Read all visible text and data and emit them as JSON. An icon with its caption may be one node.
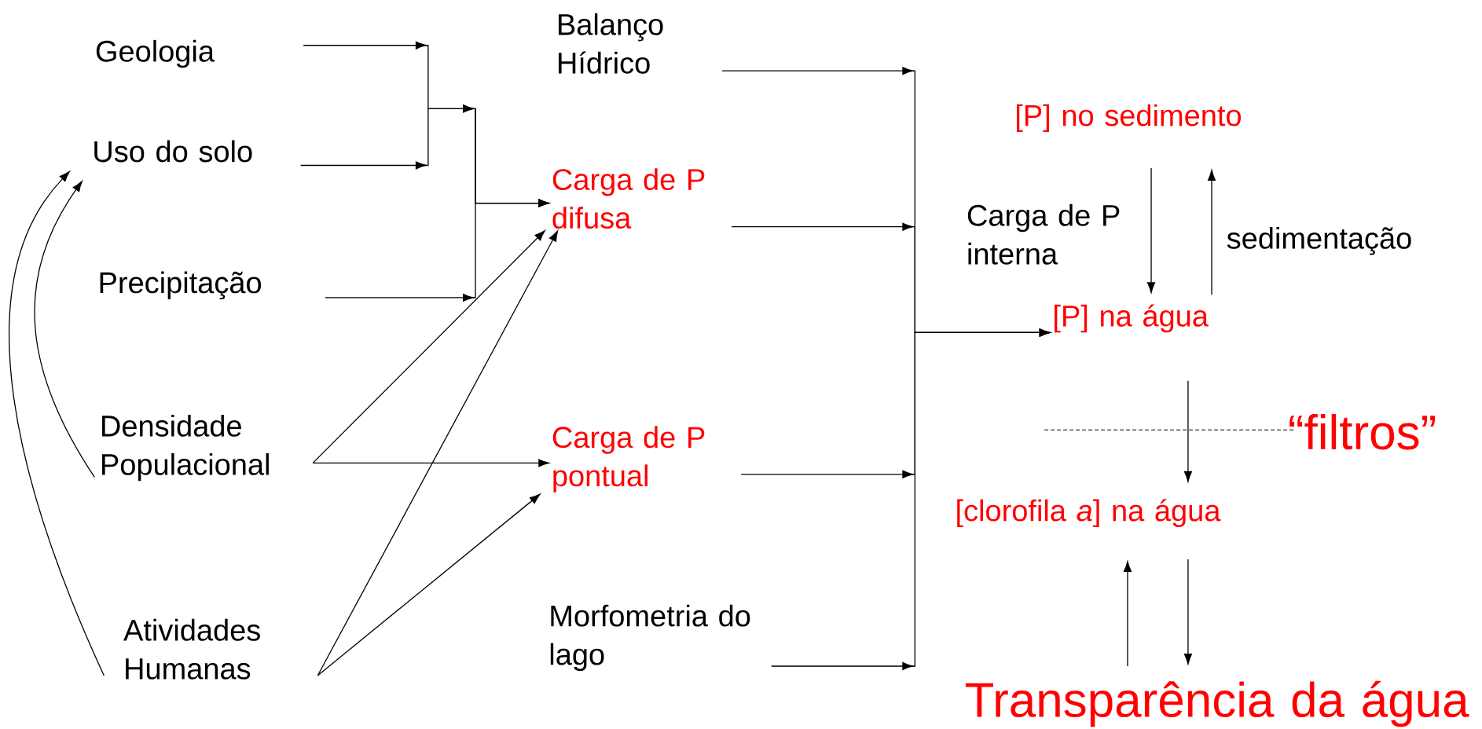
{
  "diagram": {
    "nodes": [
      {
        "text": [
          "Geologia"
        ]
      },
      {
        "text": [
          "Uso do solo"
        ]
      },
      {
        "text": [
          "Precipitação"
        ]
      },
      {
        "text": [
          "Densidade Populacional"
        ]
      },
      {
        "text": [
          "Atividades Humanas"
        ]
      },
      {
        "text": [
          "Balanço Hídrico"
        ]
      },
      {
        "text": [
          "Carga de P difusa"
        ]
      },
      {
        "text": [
          "Carga de P pontual"
        ]
      },
      {
        "text": [
          "Morfometria do lago"
        ]
      },
      {
        "text": [
          "[P] no sedimento"
        ]
      },
      {
        "text": [
          "[P] na água"
        ]
      },
      {
        "text": [
          "[clorofila *a*] na água"
        ]
      },
      {
        "text": [
          "Transparência da água"
        ]
      }
    ],
    "edges": [
      {
        "from": 0,
        "to": 6,
        "arrow": "to"
      },
      {
        "from": 1,
        "to": 6,
        "arrow": "to"
      },
      {
        "from": 2,
        "to": 6,
        "arrow": "to"
      },
      {
        "from": 3,
        "to": 6,
        "arrow": "to"
      },
      {
        "from": 3,
        "to": 7,
        "arrow": "to"
      },
      {
        "from": 4,
        "to": 6,
        "arrow": "to"
      },
      {
        "from": 4,
        "to": 7,
        "arrow": "to"
      },
      {
        "from": 4,
        "to": 1,
        "arrow": "to"
      },
      {
        "from": 3,
        "to": 1,
        "arrow": "to"
      },
      {
        "from": 5,
        "to": 10,
        "arrow": "to"
      },
      {
        "from": 6,
        "to": 10,
        "arrow": "to"
      },
      {
        "from": 7,
        "to": 10,
        "arrow": "to"
      },
      {
        "from": 8,
        "to": 10,
        "arrow": "to"
      },
      {
        "from": 9,
        "to": 10,
        "arrow": "to",
        "label": "Carga de P interna"
      },
      {
        "from": 10,
        "to": 9,
        "arrow": "to",
        "label": "sedimentação"
      },
      {
        "from": 10,
        "to": 11,
        "arrow": "to"
      },
      {
        "from": 12,
        "to": 11,
        "arrow": "to"
      },
      {
        "from": 11,
        "to": 12,
        "arrow": "to"
      }
    ],
    "labels": [
      "“filtros”"
    ]
  }
}
